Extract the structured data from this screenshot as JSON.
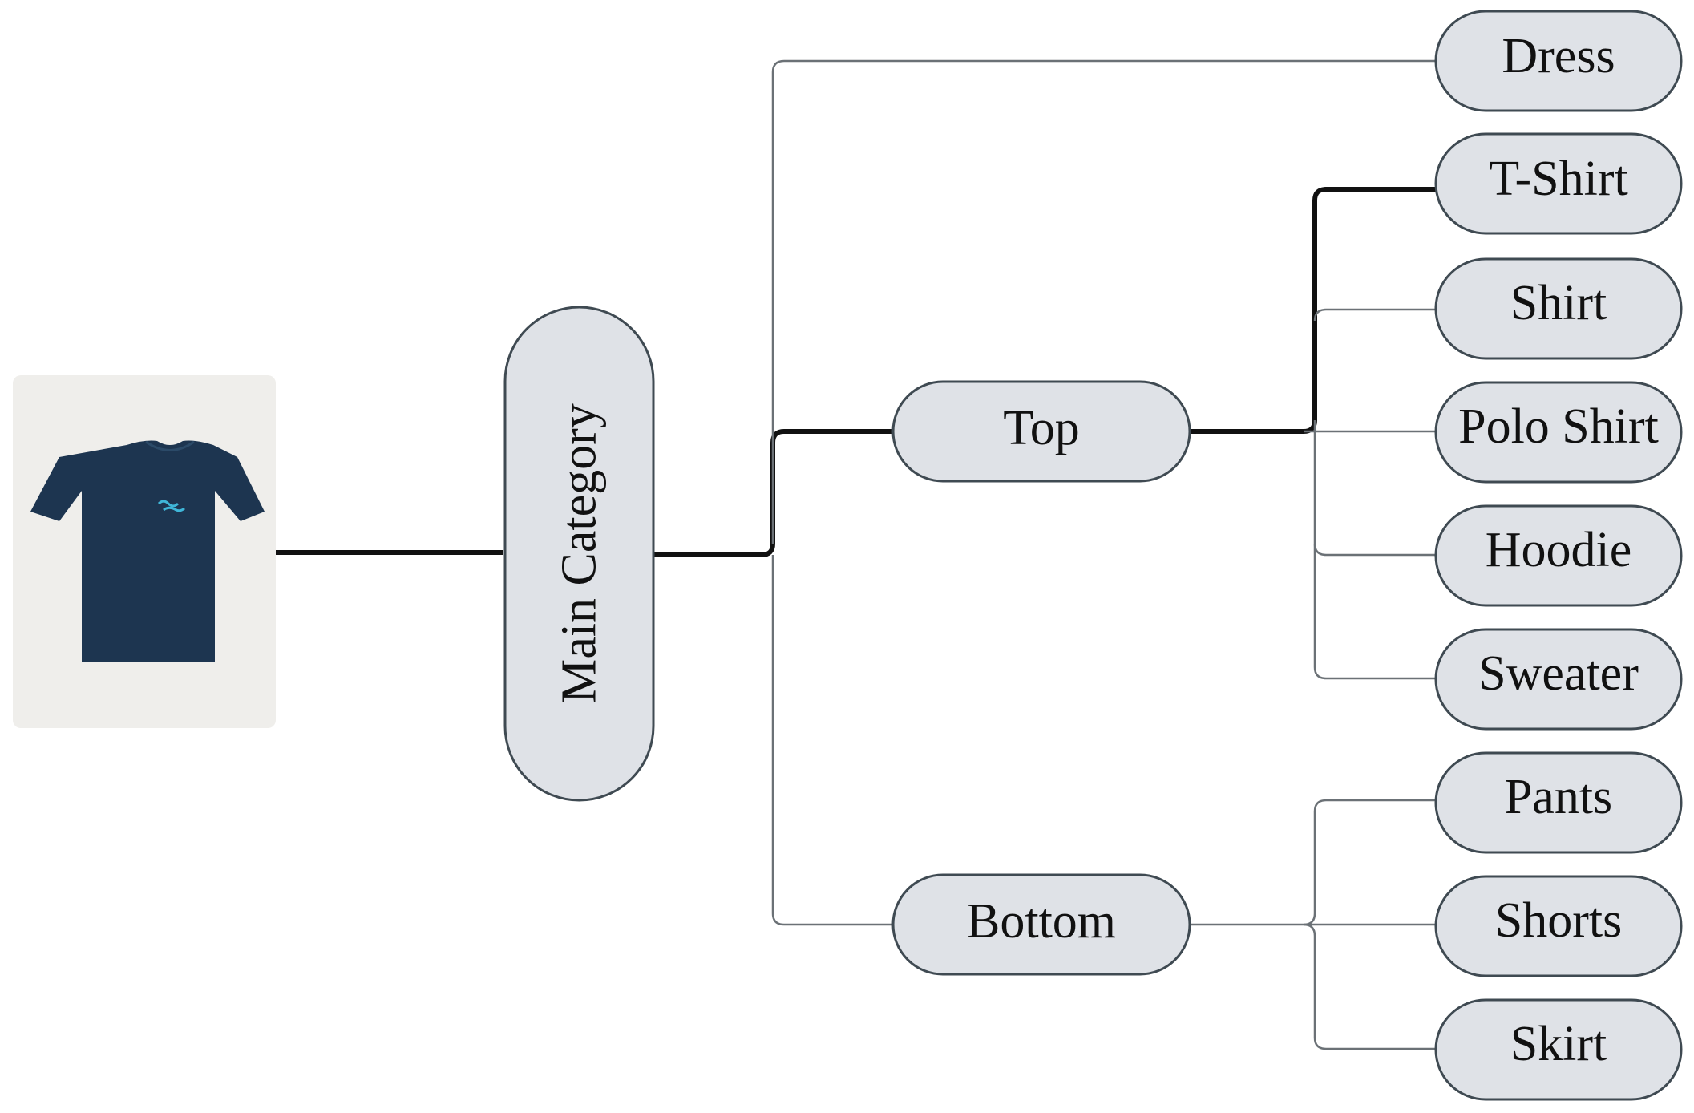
{
  "diagram": {
    "root_label": "Main Category",
    "categories": {
      "dress": "Dress",
      "top": "Top",
      "bottom": "Bottom"
    },
    "top_items": [
      "T-Shirt",
      "Shirt",
      "Polo Shirt",
      "Hoodie",
      "Sweater"
    ],
    "bottom_items": [
      "Pants",
      "Shorts",
      "Skirt"
    ],
    "highlighted_path": [
      "Main Category",
      "Top",
      "T-Shirt"
    ]
  },
  "colors": {
    "node_fill": "#dfe2e7",
    "node_stroke": "#3f4a52",
    "edge_default": "#6b7176",
    "edge_highlight": "#111111",
    "tshirt_body": "#1d3550",
    "tshirt_print": "#3fb6d8",
    "photo_background": "#efeeeb"
  },
  "icons": {
    "input_image": "navy-t-shirt-photo"
  }
}
